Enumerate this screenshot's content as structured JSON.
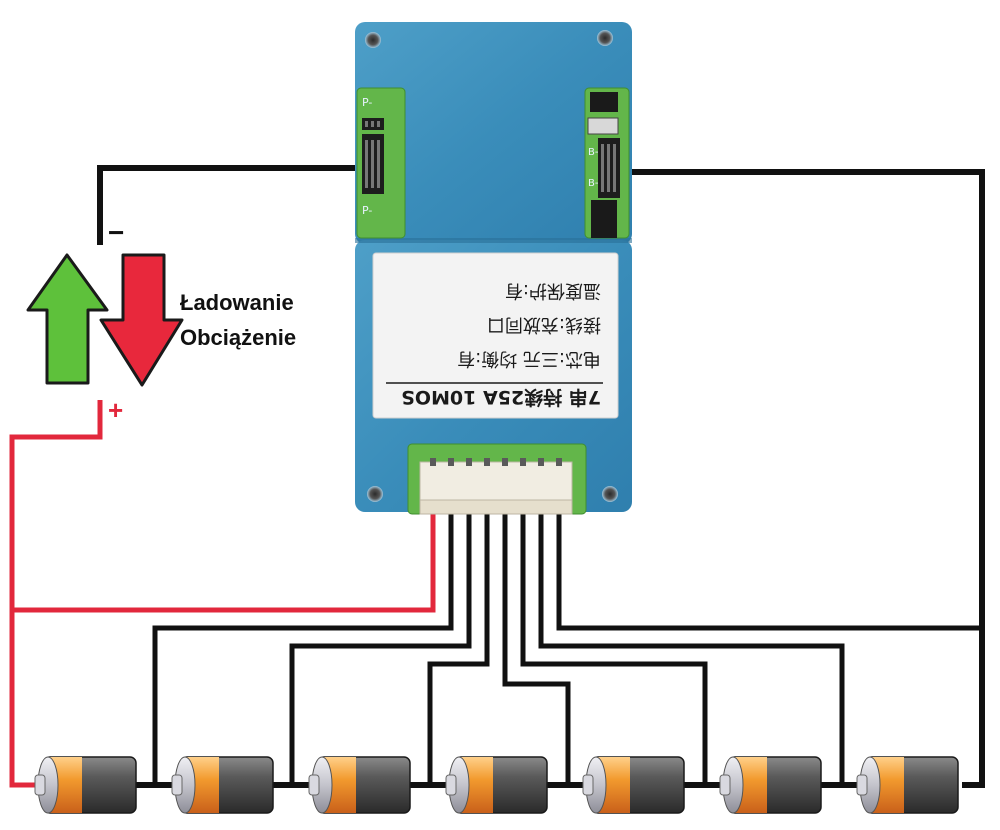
{
  "diagram": {
    "labels": {
      "charging": "Ładowanie",
      "load": "Obciążenie",
      "minus": "−",
      "plus": "+"
    },
    "board": {
      "label_line_1": "7串 持续25A 10MOS",
      "label_line_2": "电芯:三元 均衡:有",
      "label_line_3": "接线:充放同口",
      "label_line_4": "温度保护:有",
      "pad_label_p": "P-",
      "pad_label_b": "B-"
    },
    "cell_count": 7,
    "colors": {
      "positive_wire": "#e2283c",
      "wire": "#111111",
      "charge_arrow": "#5ec13b",
      "load_arrow": "#e8283c",
      "pcb": "#3a8dba"
    }
  }
}
